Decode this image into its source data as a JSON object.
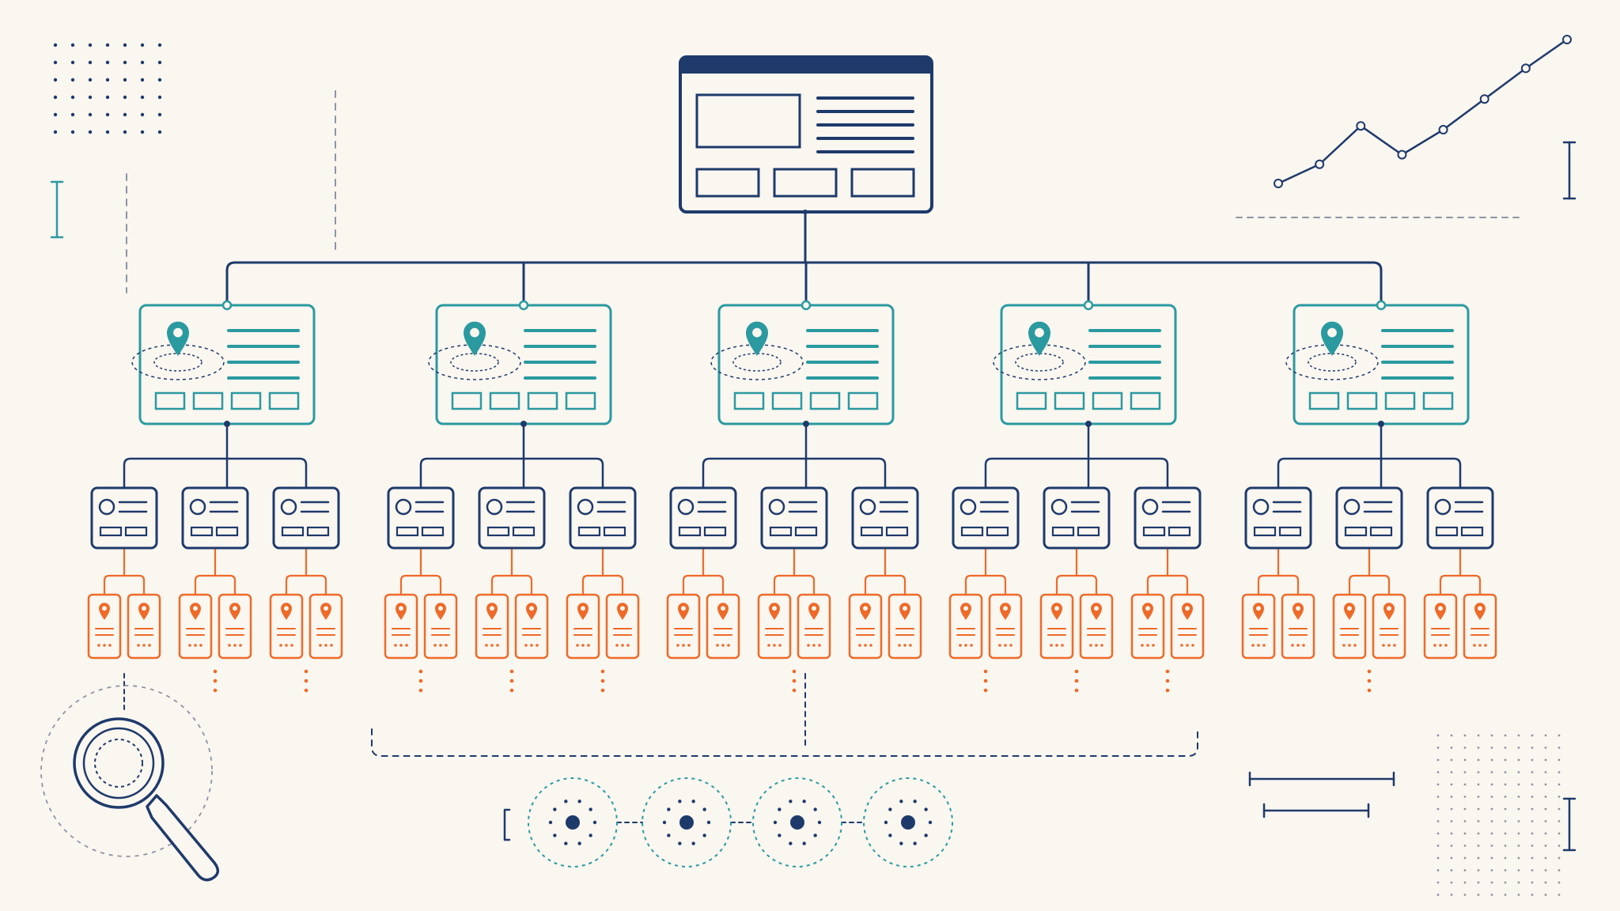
{
  "colors": {
    "background": "#faf6f0",
    "navy": "#1e3a6b",
    "teal": "#2a9aa0",
    "orange": "#ee6a28",
    "gray": "#8d95a3"
  },
  "diagram": {
    "root": {
      "name": "main-website-page",
      "icon": "browser-window-icon"
    },
    "branches": [
      {
        "name": "location-page-1",
        "icon": "map-pin-icon",
        "children": [
          {
            "leaves": 2,
            "more": false
          },
          {
            "leaves": 2,
            "more": true
          },
          {
            "leaves": 2,
            "more": true
          }
        ]
      },
      {
        "name": "location-page-2",
        "icon": "map-pin-icon",
        "children": [
          {
            "leaves": 2,
            "more": true
          },
          {
            "leaves": 2,
            "more": true
          },
          {
            "leaves": 2,
            "more": true
          }
        ]
      },
      {
        "name": "location-page-3",
        "icon": "map-pin-icon",
        "children": [
          {
            "leaves": 2,
            "more": false
          },
          {
            "leaves": 2,
            "more": true
          },
          {
            "leaves": 2,
            "more": false
          }
        ]
      },
      {
        "name": "location-page-4",
        "icon": "map-pin-icon",
        "children": [
          {
            "leaves": 2,
            "more": true
          },
          {
            "leaves": 2,
            "more": true
          },
          {
            "leaves": 2,
            "more": true
          }
        ]
      },
      {
        "name": "location-page-5",
        "icon": "map-pin-icon",
        "children": [
          {
            "leaves": 2,
            "more": false
          },
          {
            "leaves": 2,
            "more": true
          },
          {
            "leaves": 2,
            "more": false
          }
        ]
      }
    ],
    "data_nodes": 4
  },
  "decorations": {
    "trend_line": {
      "values": [
        1,
        2,
        4,
        2.5,
        3.8,
        5.4,
        7,
        8.5
      ]
    }
  }
}
